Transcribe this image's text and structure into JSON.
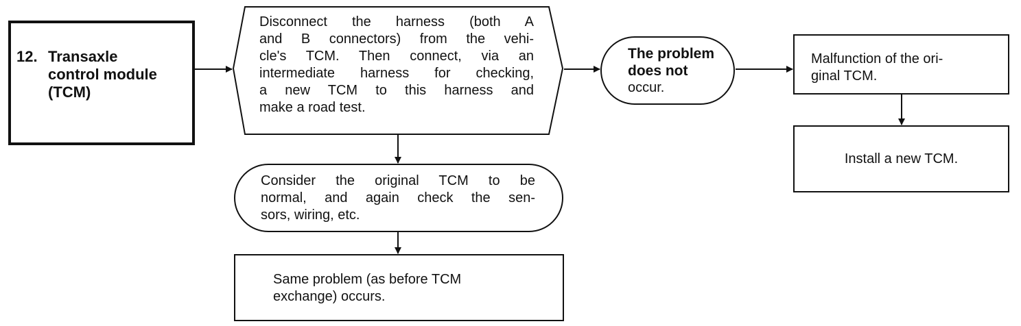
{
  "flowchart": {
    "start": {
      "number": "12.",
      "lines": [
        "Transaxle",
        "control module",
        "(TCM)"
      ]
    },
    "check_step": {
      "lines": [
        "Disconnect the harness (both A",
        "and B connectors) from the vehi-",
        "cle's TCM. Then connect, via an",
        "intermediate harness for checking,",
        "a new TCM to this harness and",
        "make a road test."
      ]
    },
    "result_no_problem": {
      "lines": [
        "The problem",
        "does not",
        "occur."
      ]
    },
    "conclusion_malfunction": {
      "lines": [
        "Malfunction of the ori-",
        "ginal TCM."
      ]
    },
    "action_install": {
      "text": "Install a new TCM."
    },
    "consider_normal": {
      "lines": [
        "Consider the original TCM to be",
        "normal, and again check the sen-",
        "sors, wiring, etc."
      ]
    },
    "same_problem": {
      "lines": [
        "Same problem (as before TCM",
        "exchange) occurs."
      ]
    }
  }
}
